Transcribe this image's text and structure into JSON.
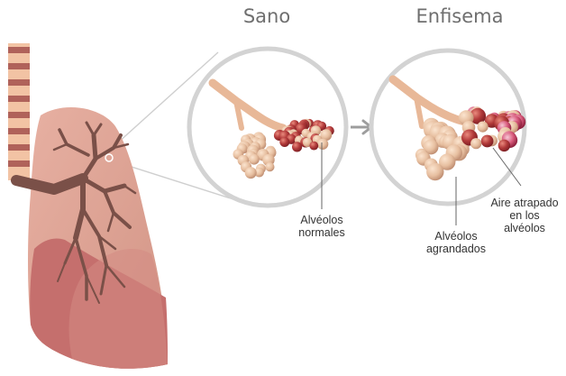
{
  "headings": {
    "healthy": "Sano",
    "emphysema": "Enfisema"
  },
  "labels": {
    "normal_alveoli": [
      "Alvéolos",
      "normales"
    ],
    "enlarged_alveoli": [
      "Alvéolos",
      "agrandados"
    ],
    "trapped_air": [
      "Aire atrapado",
      "en los",
      "alvéolos"
    ]
  },
  "colors": {
    "lung_light": "#dca396",
    "lung_dark": "#c56f6d",
    "bronchi": "#7a5048",
    "trachea_ring": "#b0625a",
    "trachea_band": "#f2c3a4",
    "alveoli_pale": "#e7bfa0",
    "alveoli_red": "#b23a3a",
    "alveoli_pink": "#c8456a",
    "circle_border": "#d3d3d3",
    "arrow": "#9d9d9d"
  }
}
